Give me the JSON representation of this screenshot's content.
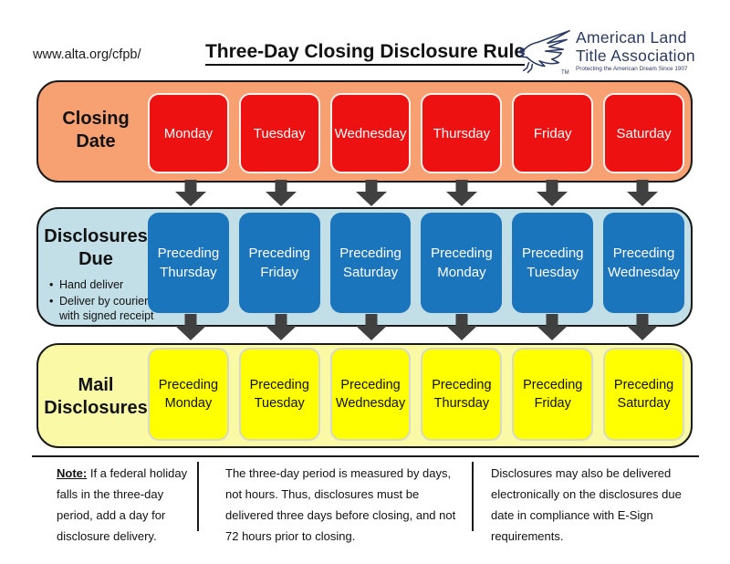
{
  "header": {
    "url": "www.alta.org/cfpb/",
    "title": "Three-Day Closing Disclosure Rule",
    "logo": {
      "name_line1": "American Land",
      "name_line2": "Title Association",
      "tagline": "Protecting the American Dream Since 1907",
      "trademark": "TM",
      "icon": "eagle-icon"
    }
  },
  "rows": {
    "closing": {
      "label": "Closing Date",
      "days": [
        "Monday",
        "Tuesday",
        "Wednesday",
        "Thursday",
        "Friday",
        "Saturday"
      ]
    },
    "due": {
      "label": "Disclosures Due",
      "bullets": [
        "Hand deliver",
        "Deliver by courier with signed receipt"
      ],
      "prefix": "Preceding",
      "days": [
        "Thursday",
        "Friday",
        "Saturday",
        "Monday",
        "Tuesday",
        "Wednesday"
      ]
    },
    "mail": {
      "label": "Mail Disclosures",
      "prefix": "Preceding",
      "days": [
        "Monday",
        "Tuesday",
        "Wednesday",
        "Thursday",
        "Friday",
        "Saturday"
      ]
    }
  },
  "footer": {
    "note_label": "Note:",
    "note_text": " If a federal holiday falls in the three-day period, add a day for disclosure delivery.",
    "middle_text": "The three-day period is measured by days, not hours. Thus, disclosures must be delivered three days before closing, and not 72 hours prior to closing.",
    "right_text": "Disclosures may also be delivered electronically on the disclosures due date in compliance with E-Sign requirements."
  },
  "colors": {
    "closing_band": "#F7A173",
    "closing_box": "#EE1111",
    "due_band": "#C2DEE7",
    "due_box": "#1B75BC",
    "mail_band": "#FAFAA6",
    "mail_box": "#FFFF00",
    "arrow": "#404040",
    "logo_navy": "#2B3A64"
  },
  "bullet_glyph": "•"
}
